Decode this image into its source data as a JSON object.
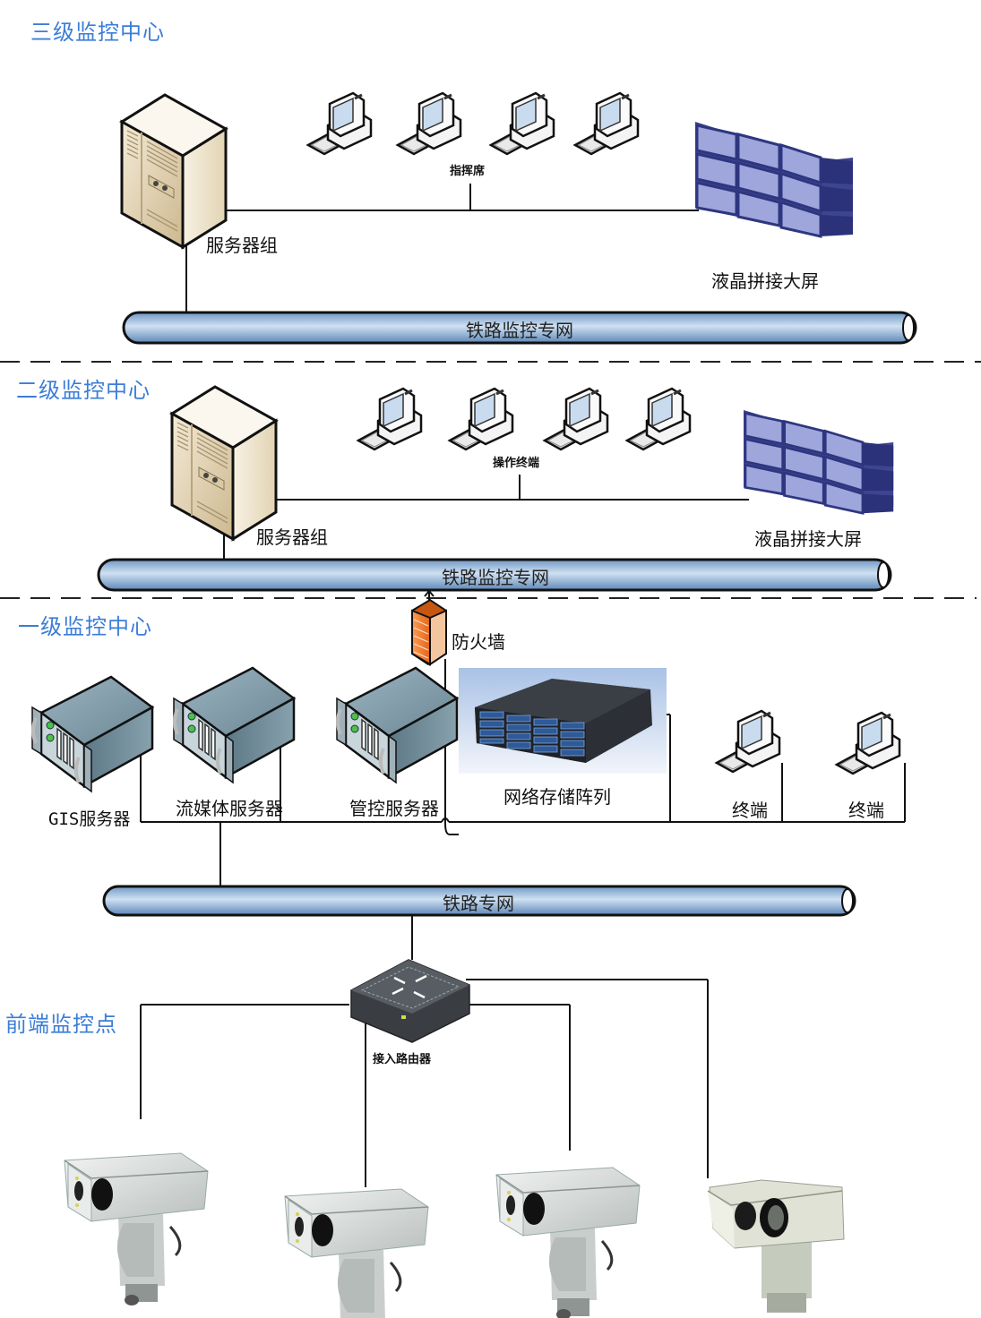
{
  "diagram": {
    "zones": {
      "level3": {
        "title": "三级监控中心"
      },
      "level2": {
        "title": "二级监控中心"
      },
      "level1": {
        "title": "一级监控中心"
      },
      "frontend": {
        "title": "前端监控点"
      }
    },
    "level3": {
      "server_group_label": "服务器组",
      "workstations_label": "指挥席",
      "video_wall_label": "液晶拼接大屏",
      "network_label": "铁路监控专网"
    },
    "level2": {
      "server_group_label": "服务器组",
      "workstations_label": "操作终端",
      "video_wall_label": "液晶拼接大屏",
      "network_label": "铁路监控专网"
    },
    "level1": {
      "firewall_label": "防火墙",
      "servers": [
        {
          "label": "GIS服务器"
        },
        {
          "label": "流媒体服务器"
        },
        {
          "label": "管控服务器"
        }
      ],
      "storage_label": "网络存储阵列",
      "terminals": [
        {
          "label": "终端"
        },
        {
          "label": "终端"
        }
      ],
      "network_label": "铁路专网"
    },
    "frontend": {
      "router_label": "接入路由器",
      "camera_count": 4
    },
    "colors": {
      "zone_title": "#3b7dd8",
      "pipe": "#8fb4d9",
      "server_tower": "#e8dcc0",
      "rack_server": "#7d98a6",
      "video_wall": "#5a63b0",
      "firewall": "#f07a2c",
      "router": "#4a4f52"
    }
  }
}
